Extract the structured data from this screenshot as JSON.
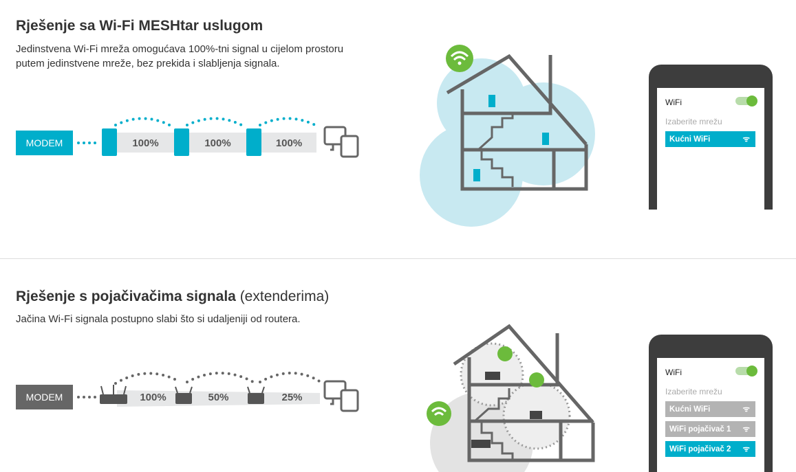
{
  "mesh": {
    "title": "Rješenje sa Wi-Fi MESHtar uslugom",
    "desc_line1": "Jedinstvena Wi-Fi mreža omogućava 100%-tni signal u cijelom prostoru",
    "desc_line2": "putem jedinstvene mreže, bez prekida i slabljenja signala.",
    "modem_label": "MODEM",
    "segments": [
      "100%",
      "100%",
      "100%"
    ],
    "phone": {
      "wifi_label": "WiFi",
      "wifi_on": true,
      "choose_label": "Izaberite mrežu",
      "networks": [
        {
          "name": "Kućni WiFi",
          "selected": true
        }
      ]
    }
  },
  "extender": {
    "title_bold": "Rješenje s pojačivačima signala",
    "title_light": "(extenderima)",
    "desc_line1": "Jačina Wi-Fi signala postupno slabi što si udaljeniji od routera.",
    "modem_label": "MODEM",
    "segments": [
      "100%",
      "50%",
      "25%"
    ],
    "phone": {
      "wifi_label": "WiFi",
      "wifi_on": true,
      "choose_label": "Izaberite mrežu",
      "networks": [
        {
          "name": "Kućni WiFi",
          "selected": false
        },
        {
          "name": "WiFi pojačivač 1",
          "selected": false
        },
        {
          "name": "WiFi pojačivač 2",
          "selected": true
        }
      ]
    }
  },
  "colors": {
    "accent": "#00aecb",
    "gray": "#666666",
    "green": "#6cbb3c",
    "dark": "#3d3d3d"
  }
}
